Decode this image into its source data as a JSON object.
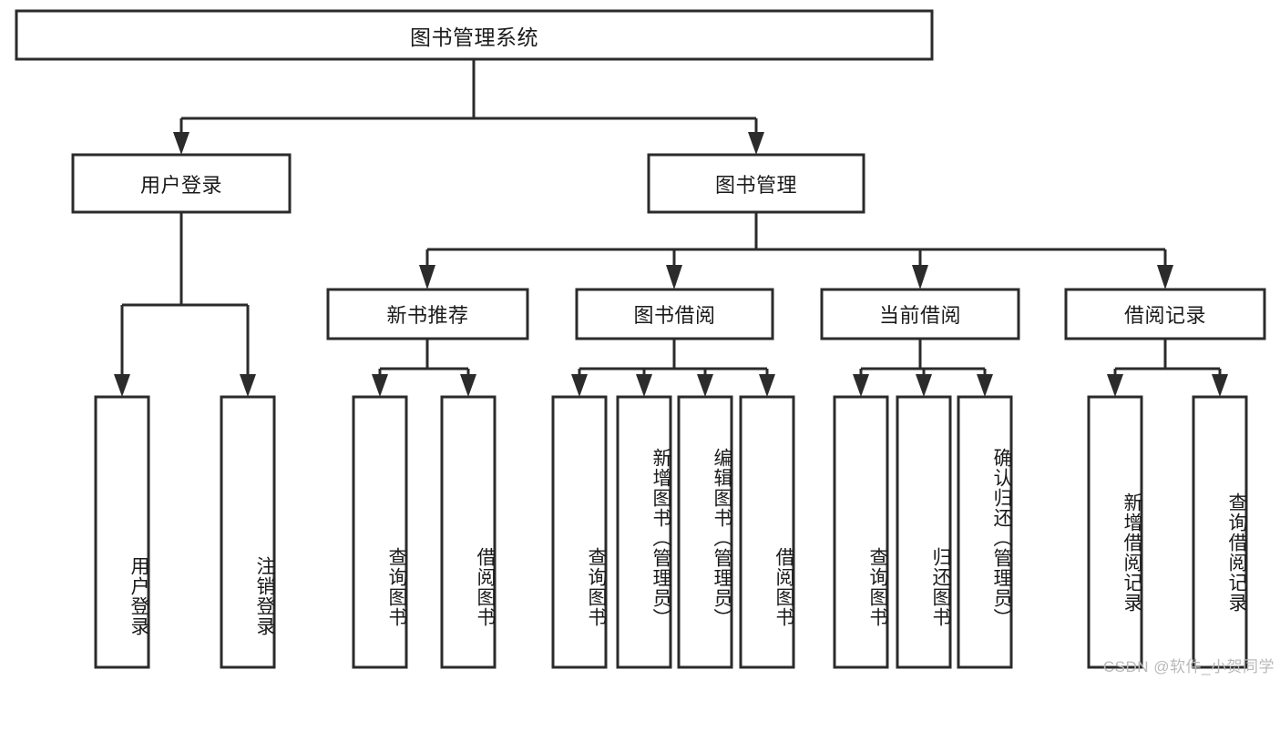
{
  "diagram": {
    "type": "tree-hierarchy",
    "title": "图书管理系统",
    "root": {
      "label": "图书管理系统"
    },
    "level2": [
      {
        "label": "用户登录"
      },
      {
        "label": "图书管理"
      }
    ],
    "level3": [
      {
        "label": "新书推荐"
      },
      {
        "label": "图书借阅"
      },
      {
        "label": "当前借阅"
      },
      {
        "label": "借阅记录"
      }
    ],
    "leaves_user_login": [
      {
        "label": "用户登录"
      },
      {
        "label": "注销登录"
      }
    ],
    "leaves_new_book": [
      {
        "label": "查询图书"
      },
      {
        "label": "借阅图书"
      }
    ],
    "leaves_borrow": [
      {
        "label": "查询图书"
      },
      {
        "label": "新增图书（管理员）"
      },
      {
        "label": "编辑图书（管理员）"
      },
      {
        "label": "借阅图书"
      }
    ],
    "leaves_current": [
      {
        "label": "查询图书"
      },
      {
        "label": "归还图书"
      },
      {
        "label": "确认归还（管理员）"
      }
    ],
    "leaves_records": [
      {
        "label": "新增借阅记录"
      },
      {
        "label": "查询借阅记录"
      }
    ]
  },
  "watermark": {
    "text": "CSDN @软件_小贺同学"
  },
  "colors": {
    "box_stroke": "#2b2b2b",
    "box_fill": "#ffffff",
    "text": "#1a1a1a",
    "background": "#ffffff",
    "watermark": "#b9b9b9"
  }
}
